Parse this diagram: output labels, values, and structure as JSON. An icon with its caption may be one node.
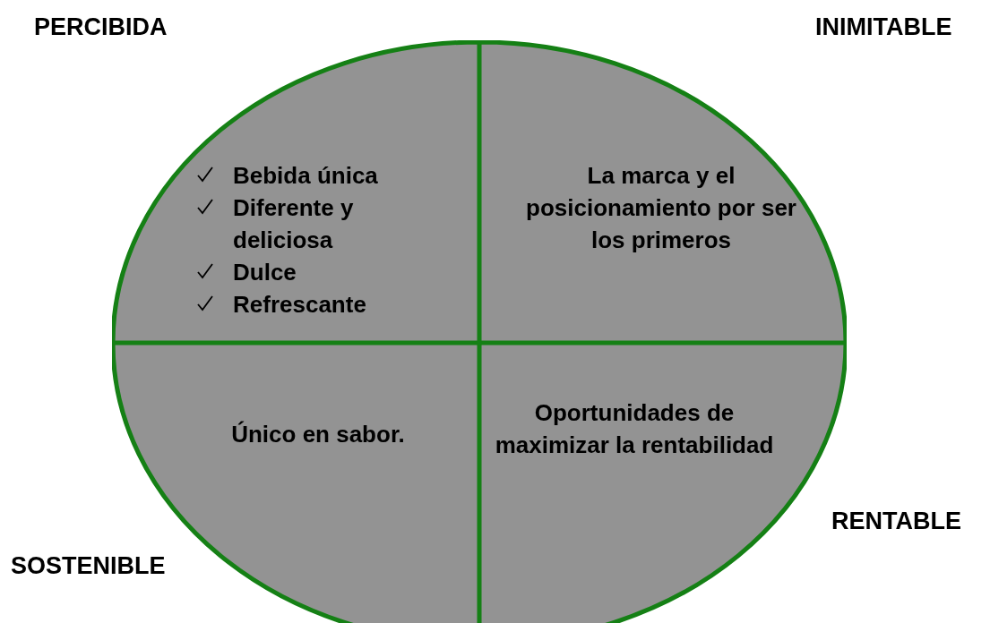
{
  "diagram": {
    "nodes": [
      {
        "text": [
          "Bebida única",
          "Diferente y deliciosa",
          "Dulce",
          "Refrescante"
        ]
      },
      {
        "text": [
          "La marca y el posicionamiento por ser los primeros"
        ]
      },
      {
        "text": [
          "Único en sabor."
        ]
      },
      {
        "text": [
          "Oportunidades de maximizar la rentabilidad"
        ]
      }
    ],
    "labels": [
      "PERCIBIDA",
      "INIMITABLE",
      "RENTABLE",
      "SOSTENIBLE"
    ]
  }
}
